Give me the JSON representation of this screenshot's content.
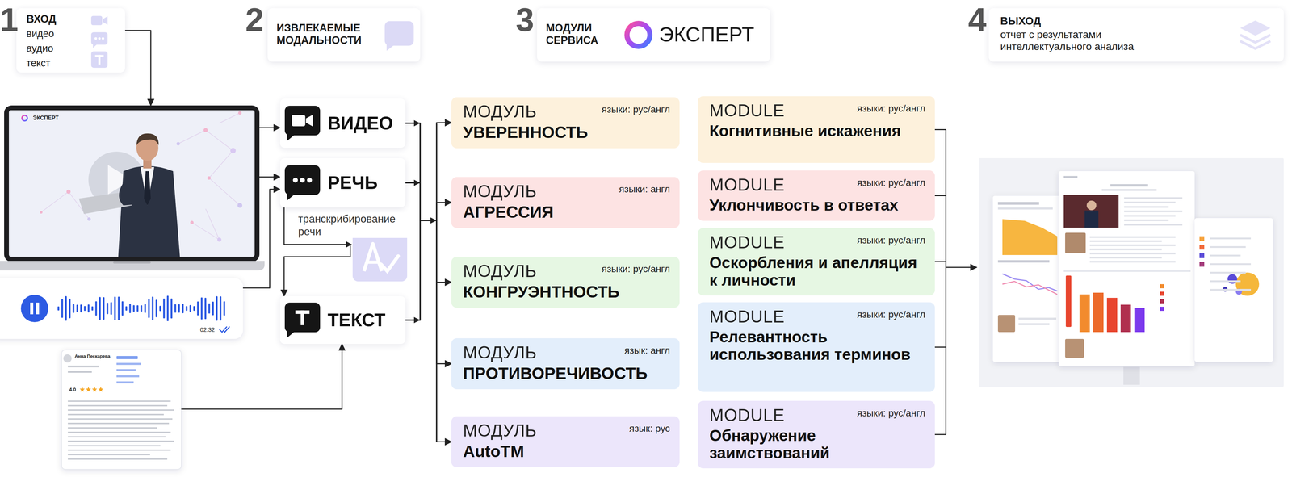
{
  "diagram": {
    "nodes": [
      {
        "text": [
          "ВХОД",
          "видео",
          "аудио",
          "текст"
        ]
      },
      {
        "text": [
          "ИЗВЛЕКАЕМЫЕ МОДАЛЬНОСТИ"
        ]
      },
      {
        "text": [
          "МОДУЛИ СЕРВИСА",
          "ЭКСПЕРТ"
        ]
      },
      {
        "text": [
          "ВЫХОД",
          "отчет с результатами интеллектуального анализа"
        ]
      },
      {
        "text": [
          "ЭКСПЕРТ"
        ]
      },
      {
        "text": [
          "02:32"
        ]
      },
      {
        "text": [
          "Анна Пескарева",
          "4.0"
        ]
      },
      {
        "text": [
          "ВИДЕО"
        ]
      },
      {
        "text": [
          "РЕЧЬ"
        ]
      },
      {
        "text": [
          "ТЕКСТ"
        ]
      },
      {
        "text": [
          "МОДУЛЬ",
          "языки: рус/англ",
          "УВЕРЕННОСТЬ"
        ]
      },
      {
        "text": [
          "МОДУЛЬ",
          "языки: англ",
          "АГРЕССИЯ"
        ]
      },
      {
        "text": [
          "МОДУЛЬ",
          "языки: рус/англ",
          "КОНГРУЭНТНОСТЬ"
        ]
      },
      {
        "text": [
          "МОДУЛЬ",
          "язык: англ",
          "ПРОТИВОРЕЧИВОСТЬ"
        ]
      },
      {
        "text": [
          "МОДУЛЬ",
          "язык: рус",
          "AutoTM"
        ]
      },
      {
        "text": [
          "MODULE",
          "языки: рус/англ",
          "Когнитивные искажения"
        ]
      },
      {
        "text": [
          "MODULE",
          "языки: рус/англ",
          "Уклончивость в ответах"
        ]
      },
      {
        "text": [
          "MODULE",
          "языки: рус/англ",
          "Оскорбления и апелляция к личности"
        ]
      },
      {
        "text": [
          "MODULE",
          "языки: рус/англ",
          "Релевантность использования терминов"
        ]
      },
      {
        "text": [
          "MODULE",
          "языки: рус/англ",
          "Обнаружение заимствований"
        ]
      }
    ],
    "edges": [
      {
        "from": 0,
        "to": 4,
        "arrow": "to"
      },
      {
        "from": 4,
        "to": 7,
        "arrow": "to"
      },
      {
        "from": 4,
        "to": 8,
        "arrow": "to"
      },
      {
        "from": 5,
        "to": 8,
        "arrow": "to"
      },
      {
        "from": 8,
        "to": 9,
        "label": "транскрибирование речи",
        "arrow": "to"
      },
      {
        "from": 6,
        "to": 9,
        "arrow": "to"
      },
      {
        "from": 7,
        "to": 10,
        "arrow": "to"
      },
      {
        "from": 7,
        "to": 11,
        "arrow": "to"
      },
      {
        "from": 7,
        "to": 12,
        "arrow": "to"
      },
      {
        "from": 7,
        "to": 13,
        "arrow": "to"
      },
      {
        "from": 7,
        "to": 14,
        "arrow": "to"
      },
      {
        "from": 8,
        "to": 10,
        "arrow": "to"
      },
      {
        "from": 8,
        "to": 11,
        "arrow": "to"
      },
      {
        "from": 8,
        "to": 12,
        "arrow": "to"
      },
      {
        "from": 8,
        "to": 13,
        "arrow": "to"
      },
      {
        "from": 8,
        "to": 14,
        "arrow": "to"
      },
      {
        "from": 9,
        "to": 10,
        "arrow": "to"
      },
      {
        "from": 9,
        "to": 11,
        "arrow": "to"
      },
      {
        "from": 9,
        "to": 12,
        "arrow": "to"
      },
      {
        "from": 9,
        "to": 13,
        "arrow": "to"
      },
      {
        "from": 9,
        "to": 14,
        "arrow": "to"
      }
    ],
    "labels": [
      "1",
      "2",
      "3",
      "4"
    ]
  }
}
